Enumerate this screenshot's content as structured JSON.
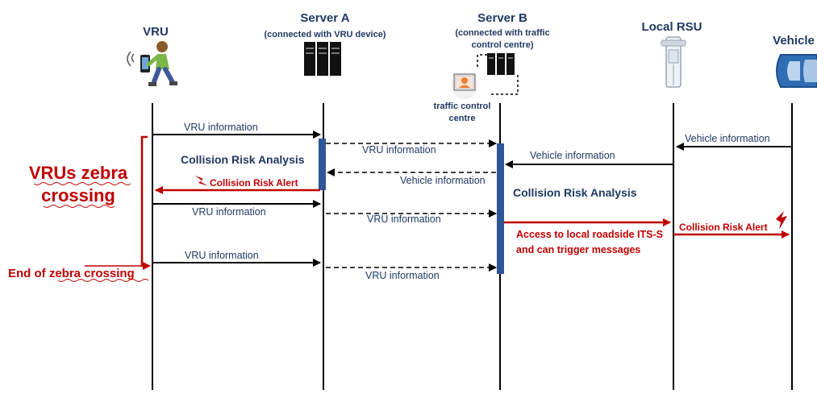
{
  "colors": {
    "navy": "#1f3864",
    "red": "#c00000",
    "black": "#000000",
    "bar": "#2e5597"
  },
  "actors": {
    "vru": {
      "title": "VRU",
      "icon": "pedestrian-with-phone-icon"
    },
    "server_a": {
      "title": "Server A",
      "subtitle": "(connected with VRU device)",
      "icon": "server-rack-icon"
    },
    "server_b": {
      "title": "Server B",
      "subtitle_1": "(connected with traffic",
      "subtitle_2": "control centre)",
      "icon": "server-rack-icon"
    },
    "traffic_control": {
      "label_1": "traffic control",
      "label_2": "centre",
      "icon": "operator-monitor-icon"
    },
    "local_rsu": {
      "title": "Local RSU",
      "icon": "roadside-unit-icon"
    },
    "vehicle": {
      "title": "Vehicle",
      "icon": "car-icon"
    }
  },
  "messages": {
    "m1": "VRU information",
    "m2": "VRU information",
    "m3": "Vehicle information",
    "m4": "Vehicle information",
    "m5": "Collision Risk Alert",
    "m6": "Vehicle information",
    "m7": "VRU information",
    "m8": "VRU information",
    "m9": "Collision Risk Alert",
    "m10": "VRU information",
    "m11": "VRU information"
  },
  "analysis": {
    "server_a": "Collision Risk Analysis",
    "server_b": "Collision Risk Analysis"
  },
  "notes": {
    "access_1": "Access to local roadside ITS-S",
    "access_2": "and can trigger messages"
  },
  "annotations": {
    "zebra_1": "VRUs zebra",
    "zebra_2": "crossing",
    "end_prefix": "End of ",
    "end_emph": "zebra crossing"
  }
}
